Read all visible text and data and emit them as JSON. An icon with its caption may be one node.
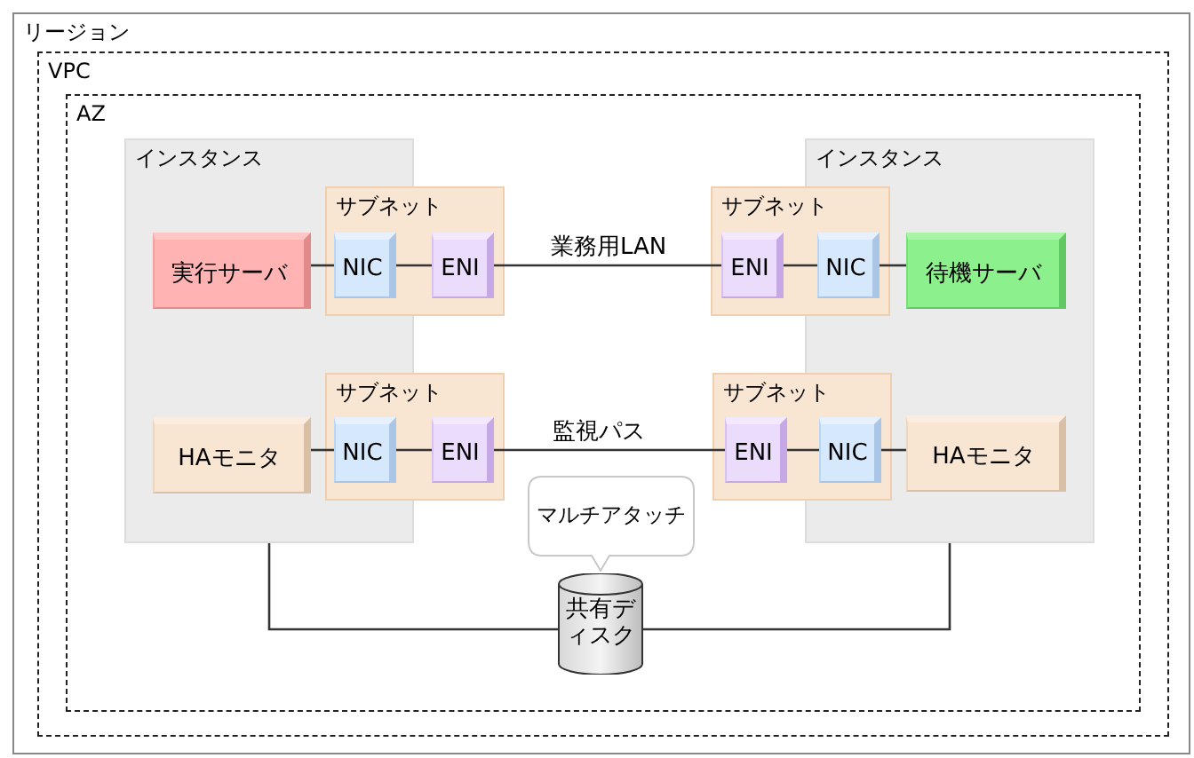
{
  "diagram": {
    "nodes": [
      {
        "text": [
          "リージョン"
        ]
      },
      {
        "text": [
          "VPC"
        ],
        "in": 0
      },
      {
        "text": [
          "AZ"
        ],
        "in": 1
      },
      {
        "text": [
          "インスタンス"
        ],
        "in": 2
      },
      {
        "text": [
          "サブネット"
        ],
        "in": 2
      },
      {
        "text": [
          "実行サーバ"
        ],
        "in": 3
      },
      {
        "text": [
          "NIC"
        ]
      },
      {
        "text": [
          "ENI"
        ],
        "in": 4
      },
      {
        "text": [
          "インスタンス"
        ],
        "in": 2
      },
      {
        "text": [
          "サブネット"
        ],
        "in": 2
      },
      {
        "text": [
          "ENI"
        ],
        "in": 9
      },
      {
        "text": [
          "NIC"
        ]
      },
      {
        "text": [
          "待機サーバ"
        ],
        "in": 8
      },
      {
        "text": [
          "サブネット"
        ],
        "in": 2
      },
      {
        "text": [
          "HAモニタ"
        ],
        "in": 3
      },
      {
        "text": [
          "NIC"
        ]
      },
      {
        "text": [
          "ENI"
        ],
        "in": 13
      },
      {
        "text": [
          "サブネット"
        ],
        "in": 2
      },
      {
        "text": [
          "ENI"
        ],
        "in": 17
      },
      {
        "text": [
          "NIC"
        ]
      },
      {
        "text": [
          "HAモニタ"
        ],
        "in": 8
      },
      {
        "text": [
          "マルチアタッチ"
        ],
        "in": 2
      },
      {
        "text": [
          "共有ディスク"
        ],
        "in": 2
      }
    ],
    "edges": [
      {
        "from": 5,
        "to": 6,
        "arrow": "none"
      },
      {
        "from": 6,
        "to": 7,
        "arrow": "none"
      },
      {
        "from": 7,
        "to": 10,
        "arrow": "none",
        "label": "業務用LAN"
      },
      {
        "from": 10,
        "to": 11,
        "arrow": "none"
      },
      {
        "from": 11,
        "to": 12,
        "arrow": "none"
      },
      {
        "from": 14,
        "to": 15,
        "arrow": "none"
      },
      {
        "from": 15,
        "to": 16,
        "arrow": "none"
      },
      {
        "from": 16,
        "to": 18,
        "arrow": "none",
        "label": "監視パス"
      },
      {
        "from": 18,
        "to": 19,
        "arrow": "none"
      },
      {
        "from": 19,
        "to": 20,
        "arrow": "none"
      },
      {
        "from": 3,
        "to": 22,
        "arrow": "none"
      },
      {
        "from": 8,
        "to": 22,
        "arrow": "none"
      }
    ]
  }
}
